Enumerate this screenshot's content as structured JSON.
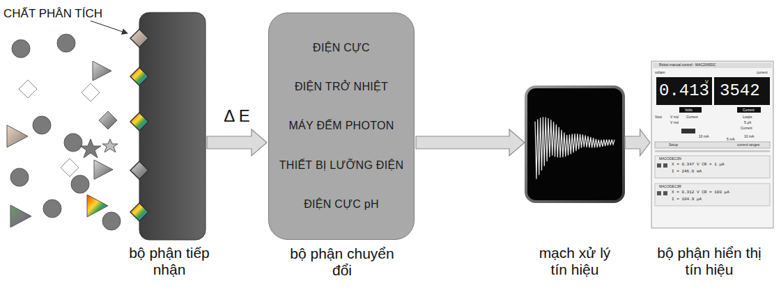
{
  "diagram": {
    "nodes": [
      {
        "text": [
          "bộ phận tiếp nhận"
        ]
      },
      {
        "text": [
          "ĐIỆN CỰC",
          "ĐIỆN TRỞ NHIỆT",
          "MÁY ĐẾM PHOTON",
          "THIẾT BỊ LƯỠNG ĐIỆN",
          "ĐIỆN CỰC pH",
          "bộ phận chuyển đổi"
        ]
      },
      {
        "text": [
          "mạch xử lý tín hiệu"
        ]
      },
      {
        "text": [
          "bộ phận hiển thị tín hiệu"
        ]
      }
    ],
    "edges": [
      {
        "from": 0,
        "to": 1,
        "arrow": "to",
        "label": "Δ E"
      },
      {
        "from": 1,
        "to": 2,
        "arrow": "to"
      },
      {
        "from": 2,
        "to": 3,
        "arrow": "to"
      }
    ],
    "labels": [
      "CHẤT PHÂN TÍCH",
      "Robot manual control - MAC2065DC",
      "voltam",
      "current",
      "0.413",
      "V",
      "3542",
      "Volts",
      "Current",
      "Vout",
      "V md",
      "Current",
      "Loops",
      "V md",
      "5 µA",
      "Current",
      "10 mA",
      "10 mA",
      "5 mA",
      "Setup",
      "current ranges",
      "MACODEC3N",
      "X = 0.347 V CR = 1 µA",
      "I = 246.6 mA",
      "MACODEC3R",
      "X = 0.312 V CR = 100 µA",
      "I = 104.9 µA"
    ]
  }
}
